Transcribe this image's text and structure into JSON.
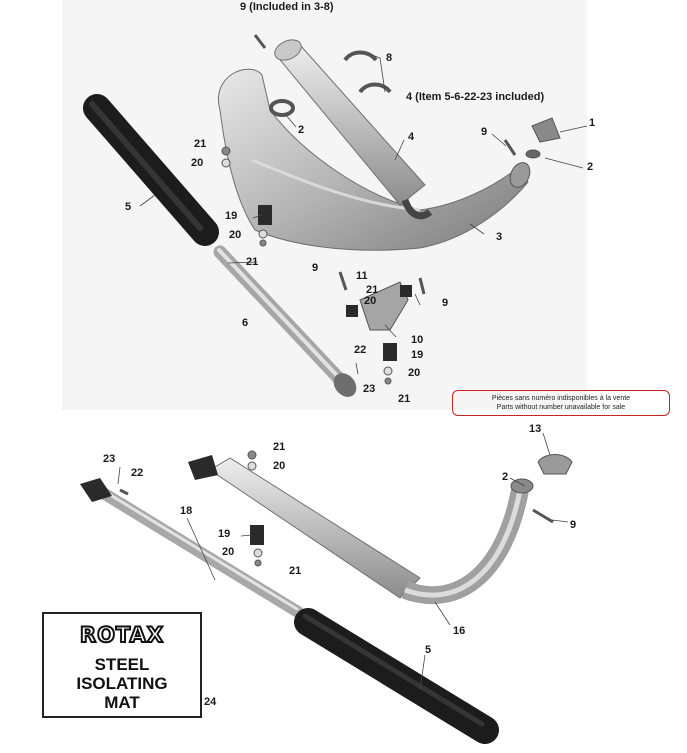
{
  "callouts": {
    "c9_top": "9 (Included in 3-8)",
    "c8": "8",
    "c4_note": "4 (Item 5-6-22-23 included)",
    "c2_a": "2",
    "c4": "4",
    "c9_a": "9",
    "c1": "1",
    "c2_b": "2",
    "c21_a": "21",
    "c20_a": "20",
    "c5_a": "5",
    "c19_a": "19",
    "c20_b": "20",
    "c21_b": "21",
    "c3": "3",
    "c9_b": "9",
    "c11": "11",
    "c21_c": "21",
    "c20_c": "20",
    "c9_c": "9",
    "c6": "6",
    "c10": "10",
    "c22_a": "22",
    "c19_b": "19",
    "c20_d": "20",
    "c23_a": "23",
    "c21_d": "21",
    "c13": "13",
    "c21_e": "21",
    "c20_e": "20",
    "c23_b": "23",
    "c22_b": "22",
    "c2_c": "2",
    "c18": "18",
    "c9_d": "9",
    "c19_c": "19",
    "c20_f": "20",
    "c21_f": "21",
    "c16": "16",
    "c5_b": "5",
    "c24": "24"
  },
  "note": {
    "fr": "Pièces sans numéro indisponibles à la vente",
    "en": "Parts without number unavailable for sale"
  },
  "mat_label": {
    "brand": "ROTAX",
    "line1": "STEEL",
    "line2": "ISOLATING",
    "line3": "MAT"
  }
}
